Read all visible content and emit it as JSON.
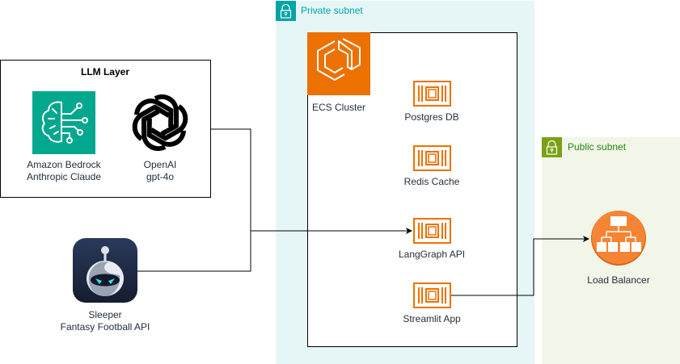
{
  "diagram": {
    "private_subnet": {
      "title": "Private subnet",
      "icon": "lock-icon",
      "color": "#00a4a6"
    },
    "public_subnet": {
      "title": "Public subnet",
      "icon": "lock-icon",
      "color": "#7aa116"
    },
    "ecs_cluster": {
      "label": "ECS Cluster",
      "icon": "ecs-icon",
      "color": "#ed7100"
    },
    "containers": [
      {
        "label": "Postgres DB",
        "icon": "container-icon"
      },
      {
        "label": "Redis Cache",
        "icon": "container-icon"
      },
      {
        "label": "LangGraph API",
        "icon": "container-icon"
      },
      {
        "label": "Streamlit App",
        "icon": "container-icon"
      }
    ],
    "llm_layer": {
      "title": "LLM Layer",
      "bedrock": {
        "line1": "Amazon Bedrock",
        "line2": "Anthropic Claude",
        "icon": "bedrock-brain-icon",
        "color": "#01a88d"
      },
      "openai": {
        "line1": "OpenAI",
        "line2": "gpt-4o",
        "icon": "openai-icon"
      }
    },
    "sleeper": {
      "line1": "Sleeper",
      "line2": "Fantasy Football API",
      "icon": "sleeper-robot-icon"
    },
    "load_balancer": {
      "label": "Load Balancer",
      "icon": "load-balancer-icon",
      "color": "#f58534"
    },
    "connections": [
      {
        "from": "llm_layer",
        "to": "langgraph_api"
      },
      {
        "from": "sleeper",
        "to": "langgraph_api"
      },
      {
        "from": "streamlit_app",
        "to": "load_balancer"
      }
    ]
  }
}
